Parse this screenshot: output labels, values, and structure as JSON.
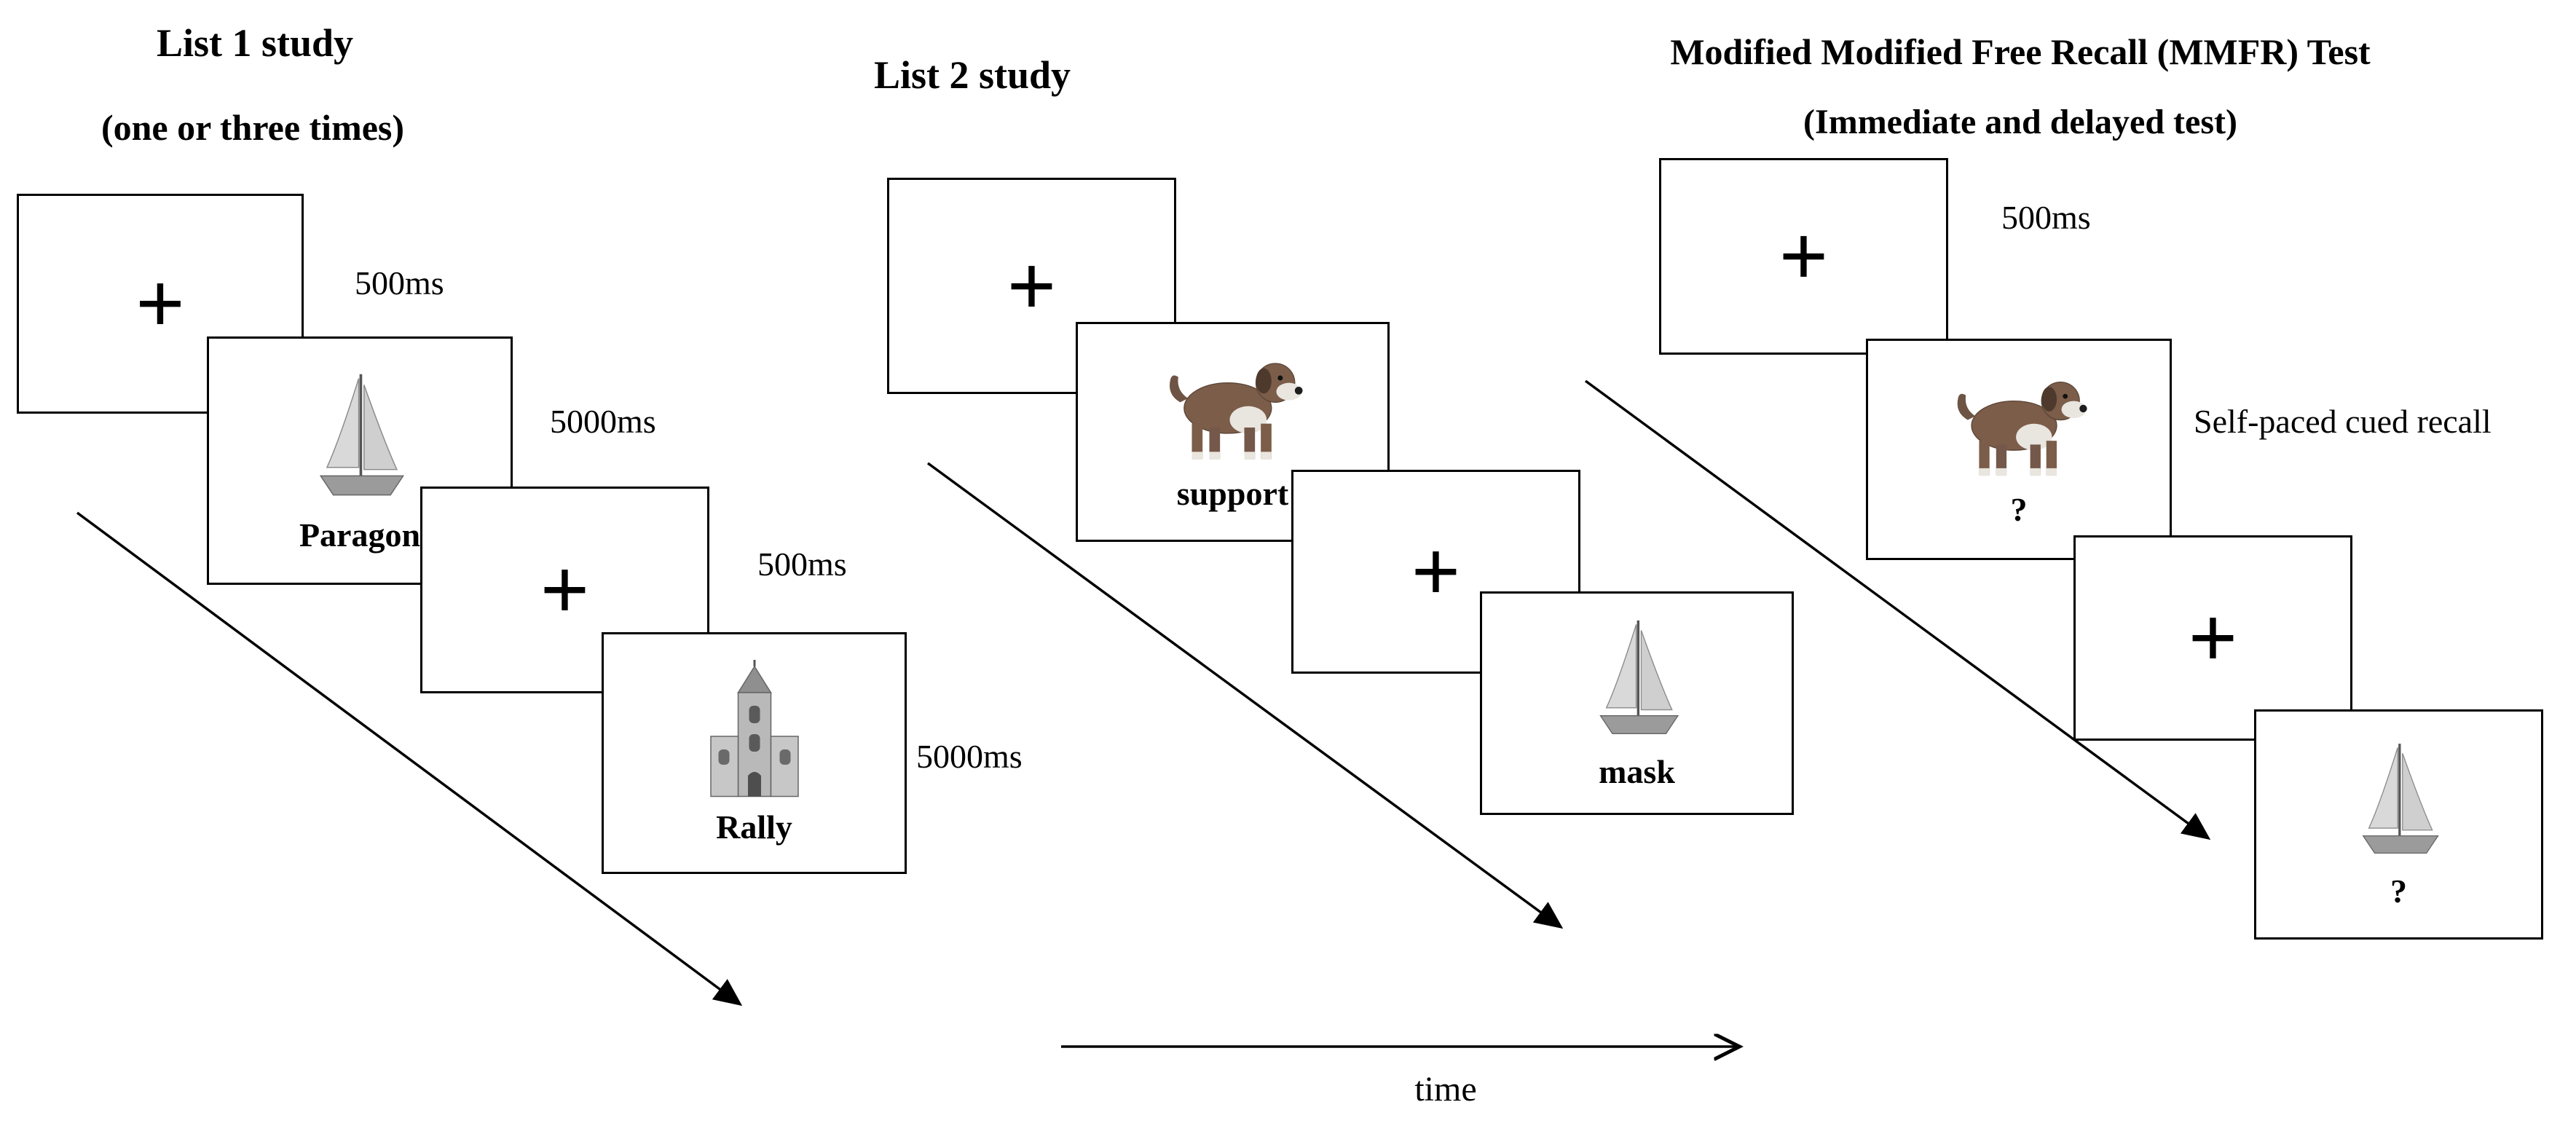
{
  "figure": {
    "timeline_label": "time",
    "line_color": "#000000",
    "background_color": "#ffffff"
  },
  "panels": [
    {
      "title": "List 1 study",
      "subtitle": "(one or three times)",
      "screens": [
        {
          "kind": "fixation",
          "symbol": "+",
          "duration": "500ms"
        },
        {
          "kind": "stimulus",
          "image": "sailboat",
          "word": "Paragon",
          "duration": "5000ms"
        },
        {
          "kind": "fixation",
          "symbol": "+",
          "duration": "500ms"
        },
        {
          "kind": "stimulus",
          "image": "church",
          "word": "Rally",
          "duration": "5000ms"
        }
      ]
    },
    {
      "title": "List 2 study",
      "screens": [
        {
          "kind": "fixation",
          "symbol": "+"
        },
        {
          "kind": "stimulus",
          "image": "dog",
          "word": "support"
        },
        {
          "kind": "fixation",
          "symbol": "+"
        },
        {
          "kind": "stimulus",
          "image": "sailboat",
          "word": "mask"
        }
      ]
    },
    {
      "title": "Modified Modified Free Recall (MMFR) Test",
      "subtitle": "(Immediate and delayed test)",
      "screens": [
        {
          "kind": "fixation",
          "symbol": "+",
          "duration": "500ms"
        },
        {
          "kind": "stimulus",
          "image": "dog",
          "word": "?",
          "annotation": "Self-paced cued recall"
        },
        {
          "kind": "fixation",
          "symbol": "+"
        },
        {
          "kind": "stimulus",
          "image": "sailboat",
          "word": "?"
        }
      ]
    }
  ]
}
